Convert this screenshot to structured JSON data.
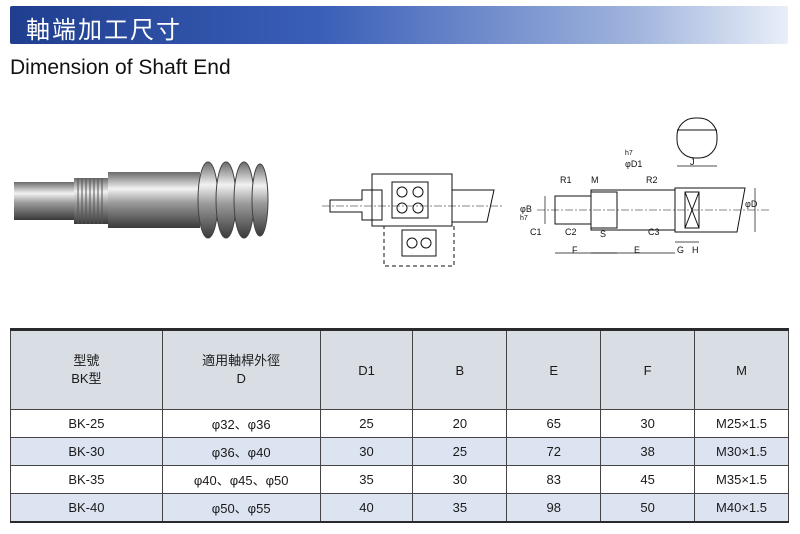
{
  "header": {
    "title": "軸端加工尺寸",
    "subtitle": "Dimension of Shaft End"
  },
  "drawing_labels": {
    "r1": "R1",
    "m": "M",
    "d1": "φD1",
    "d1_tol": "h7",
    "r2": "R2",
    "j": "J",
    "b": "φB",
    "b_tol": "h7",
    "d": "φD",
    "c1": "C1",
    "c2": "C2",
    "s": "S",
    "c3": "C3",
    "f": "F",
    "e": "E",
    "g": "G",
    "h": "H"
  },
  "table": {
    "headers": [
      {
        "line1": "型號",
        "line2": "BK型"
      },
      {
        "line1": "適用軸桿外徑",
        "line2": "D"
      },
      {
        "line1": "D1",
        "line2": ""
      },
      {
        "line1": "B",
        "line2": ""
      },
      {
        "line1": "E",
        "line2": ""
      },
      {
        "line1": "F",
        "line2": ""
      },
      {
        "line1": "M",
        "line2": ""
      }
    ],
    "rows": [
      {
        "model": "BK-25",
        "d": "φ32、φ36",
        "d1": "25",
        "b": "20",
        "e": "65",
        "f": "30",
        "m": "M25×1.5"
      },
      {
        "model": "BK-30",
        "d": "φ36、φ40",
        "d1": "30",
        "b": "25",
        "e": "72",
        "f": "38",
        "m": "M30×1.5"
      },
      {
        "model": "BK-35",
        "d": "φ40、φ45、φ50",
        "d1": "35",
        "b": "30",
        "e": "83",
        "f": "45",
        "m": "M35×1.5"
      },
      {
        "model": "BK-40",
        "d": "φ50、φ55",
        "d1": "40",
        "b": "35",
        "e": "98",
        "f": "50",
        "m": "M40×1.5"
      }
    ]
  },
  "colors": {
    "title_bar_start": "#1f3e8f",
    "header_bg": "#d9dde4",
    "alt_row_bg": "#dce4f2"
  }
}
